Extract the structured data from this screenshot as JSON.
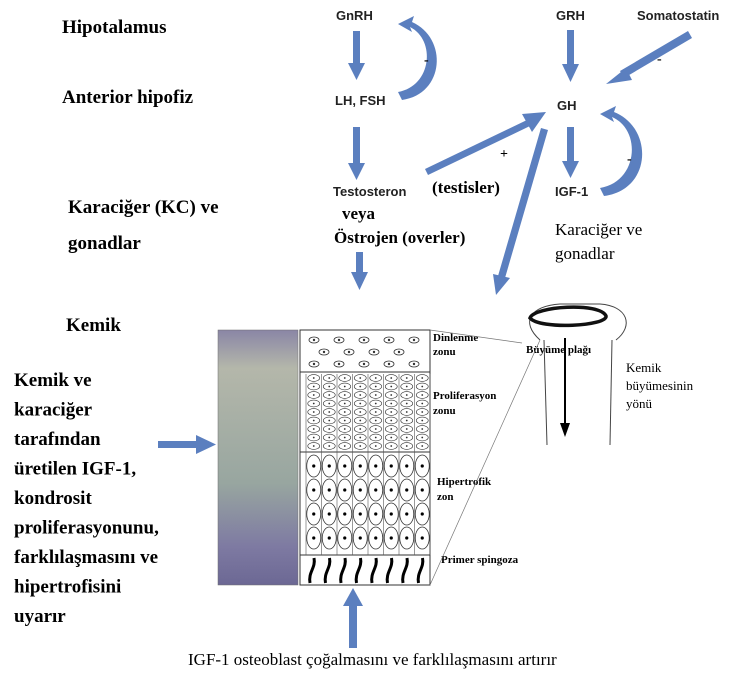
{
  "levels": {
    "hypothalamus": "Hipotalamus",
    "anterior_pituitary": "Anterior hipofiz",
    "liver_gonads_1": "Karaciğer (KC) ve",
    "liver_gonads_2": "gonadlar",
    "bone": "Kemik"
  },
  "hormones": {
    "gnrh": "GnRH",
    "lh_fsh": "LH, FSH",
    "testosterone": "Testosteron",
    "testes": "(testisler)",
    "or": "veya",
    "estrogen": "Östrojen (overler)",
    "grh": "GRH",
    "somatostatin": "Somatostatin",
    "gh": "GH",
    "igf1": "IGF-1",
    "liver_and_gonads_1": "Karaciğer ve",
    "liver_and_gonads_2": "gonadlar"
  },
  "signs": {
    "minus": "-",
    "plus": "+"
  },
  "side_note": {
    "lines": [
      "Kemik ve",
      "karaciğer",
      "tarafından",
      "üretilen IGF-1,",
      "kondrosit",
      "proliferasyonunu,",
      "farklılaşmasını ve",
      "hipertrofisini",
      "uyarır"
    ]
  },
  "zones": {
    "resting_1": "Dinlenme",
    "resting_2": "zonu",
    "proliferation_1": "Proliferasyon",
    "proliferation_2": "zonu",
    "hypertrophic_1": "Hipertrofik",
    "hypertrophic_2": "zon",
    "primary_spongiosa": "Primer spingoza"
  },
  "bone_diagram": {
    "growth_plate": "Büyüme plağı",
    "growth_direction": [
      "Kemik",
      "büyümesinin",
      "yönü"
    ]
  },
  "bottom_note": "IGF-1 osteoblast çoğalmasını ve farklılaşmasını artırır",
  "colors": {
    "arrow": "#5b7fbf",
    "histology": "#9aa3a0"
  }
}
